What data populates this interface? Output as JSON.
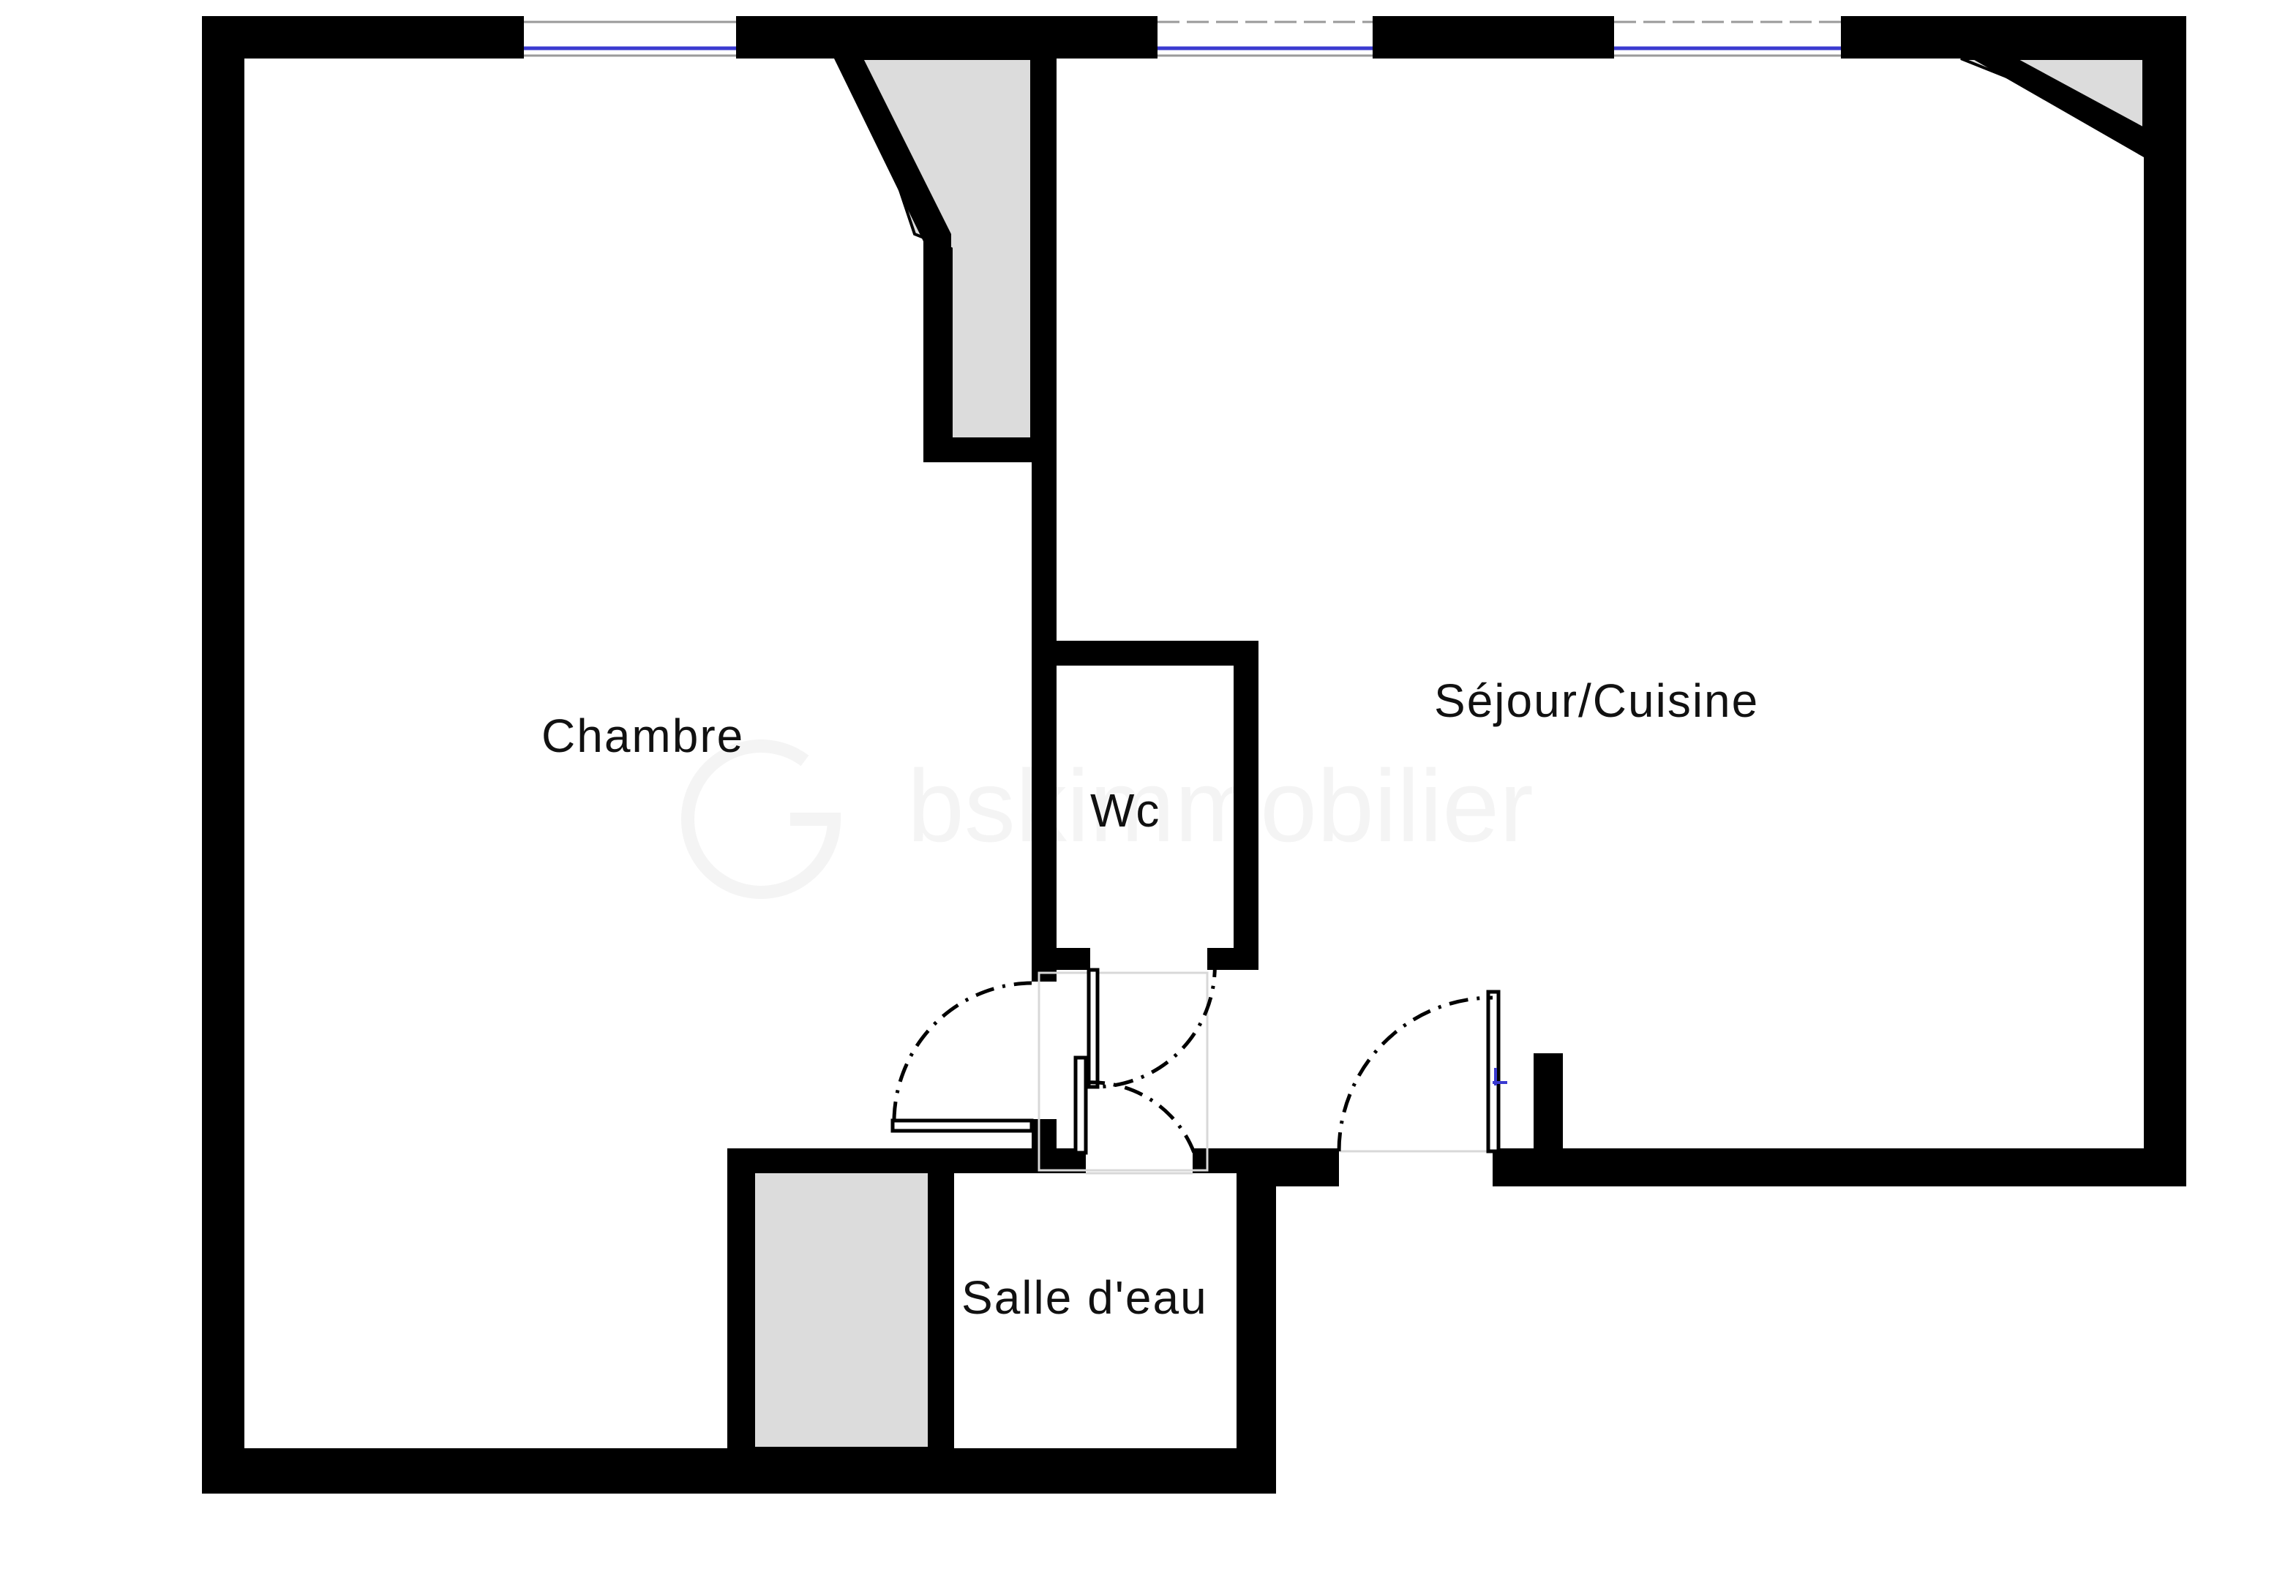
{
  "rooms": {
    "chambre": "Chambre",
    "sejour": "Séjour/Cuisine",
    "wc": "Wc",
    "salle_eau": "Salle d'eau"
  },
  "watermark": "bskimmobilier",
  "colors": {
    "wall": "#000000",
    "hatch": "#dcdcdc",
    "window": "#3a3ad0",
    "background": "#ffffff"
  }
}
